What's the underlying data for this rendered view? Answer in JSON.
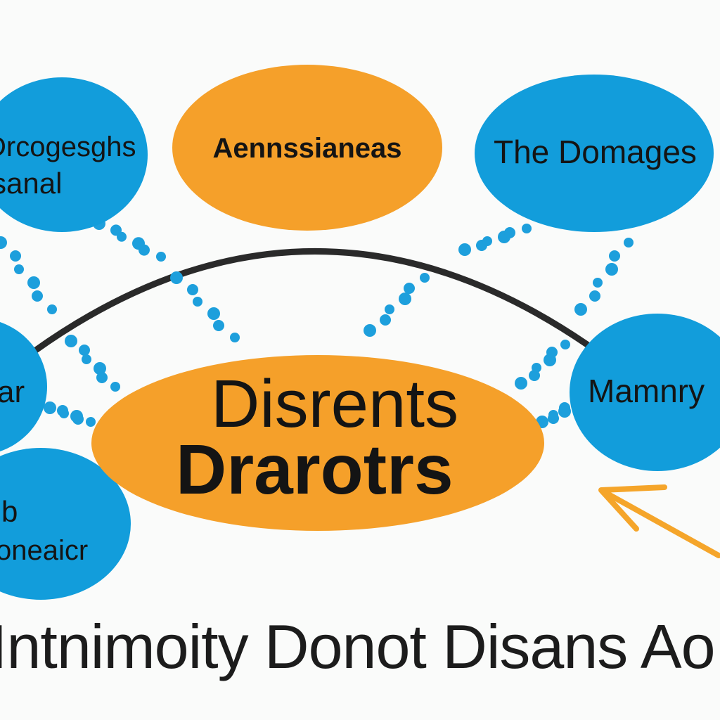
{
  "colors": {
    "blue_node": "#129ddb",
    "orange_node": "#f5a02a",
    "dot": "#1d9fdc",
    "arc": "#2a2a2a",
    "arrow": "#f5a52a",
    "text_dark": "#141414",
    "text_white": "#ffffff"
  },
  "nodes": {
    "top_left": {
      "line1": "Drcogesghs",
      "line2": "sanal"
    },
    "top_center": {
      "label": "Aennssianeas"
    },
    "top_right": {
      "label": "The Domages"
    },
    "middle_left": {
      "label": "ar"
    },
    "middle_right": {
      "label": "Mamnry"
    },
    "bottom_left": {
      "line1": "b",
      "line2": "oneaicr"
    },
    "center": {
      "line1": "Disrents",
      "line2": "Drarotrs"
    }
  },
  "footer": {
    "text": "Intnimoity Donot Disans Ao"
  }
}
